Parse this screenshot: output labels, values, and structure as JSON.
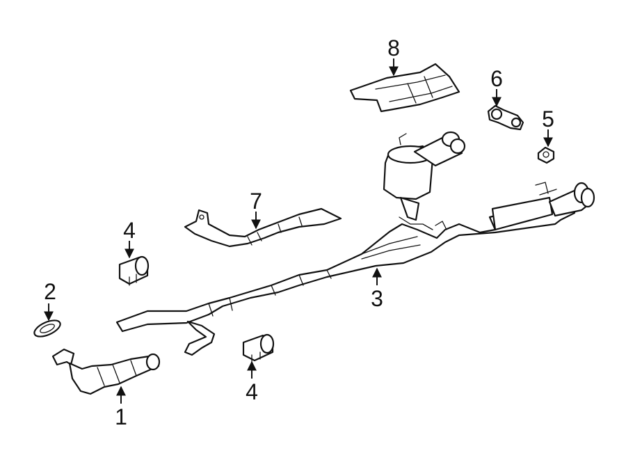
{
  "diagram": {
    "colors": {
      "line": "#111111",
      "background": "#ffffff",
      "shade": "#e8e8e8"
    },
    "callouts": [
      {
        "id": "c1",
        "label": "1"
      },
      {
        "id": "c2",
        "label": "2"
      },
      {
        "id": "c3",
        "label": "3"
      },
      {
        "id": "c4a",
        "label": "4"
      },
      {
        "id": "c4b",
        "label": "4"
      },
      {
        "id": "c5",
        "label": "5"
      },
      {
        "id": "c6",
        "label": "6"
      },
      {
        "id": "c7",
        "label": "7"
      },
      {
        "id": "c8",
        "label": "8"
      }
    ]
  }
}
